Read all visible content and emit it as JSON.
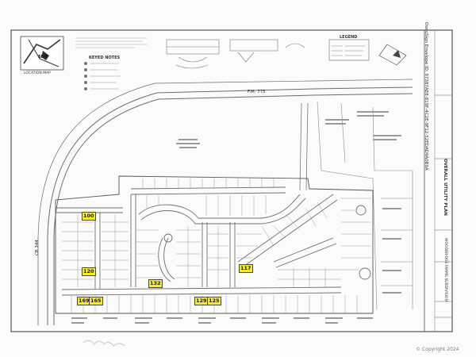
{
  "labels": {
    "location_map": "LOCATION MAP",
    "site": "SITE",
    "keyed_notes": "KEYED NOTES",
    "legend": "LEGEND",
    "fm_road": "F.M. 775",
    "cr_road": "CR 344",
    "sheet_title": "OVERALL UTILITY PLAN",
    "docusign": "DocuSign Envelope ID: 97387AE8-819F-4C2E-9F12-52EDAD9A0B9A",
    "subdivision": "WOODBRIDGE FARMS SUBDIVISION",
    "copyright": "© Copyright 2024"
  },
  "lots": [
    {
      "id": "100",
      "label": "100"
    },
    {
      "id": "120",
      "label": "120"
    },
    {
      "id": "132",
      "label": "132"
    },
    {
      "id": "117",
      "label": "117"
    },
    {
      "id": "169",
      "label": "169"
    },
    {
      "id": "165",
      "label": "165"
    },
    {
      "id": "129",
      "label": "129"
    },
    {
      "id": "125",
      "label": "125"
    }
  ],
  "colors": {
    "highlight": "#f6ea3c",
    "line": "#6b6b6b",
    "water": "#6aa3d8"
  }
}
